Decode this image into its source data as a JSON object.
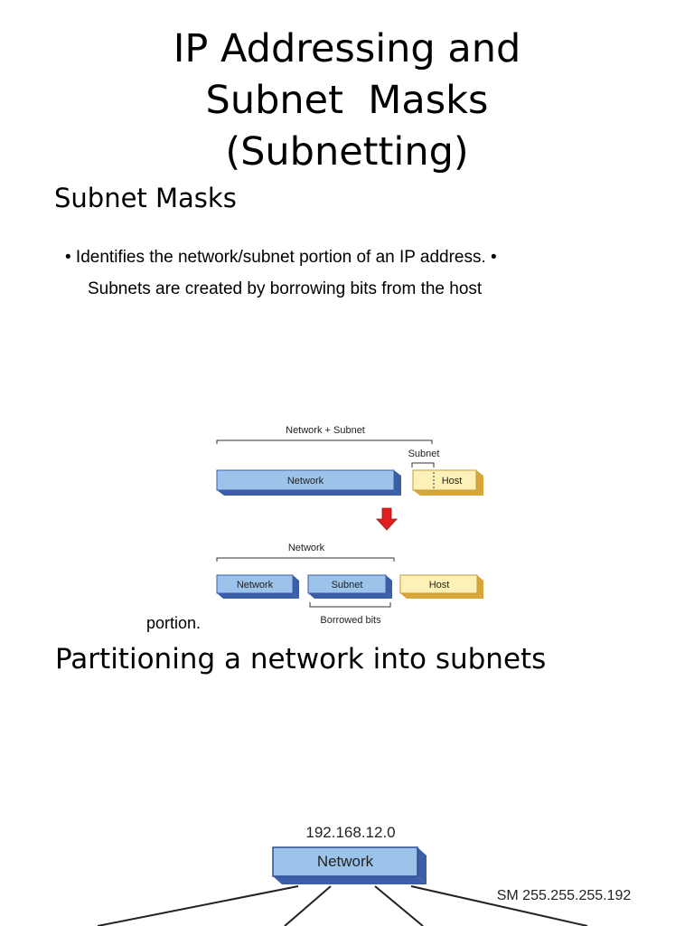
{
  "title": {
    "line1": "IP Addressing and",
    "line2": "Subnet  Masks",
    "line3": "(Subnetting)"
  },
  "section_subnet_masks": {
    "heading": "Subnet Masks",
    "bullet_line1": "• Identifies the network/subnet portion of an IP address. •",
    "bullet_line2": "Subnets are created by borrowing bits from the host",
    "bullet_line3": "portion."
  },
  "diagram_borrowing": {
    "top_bracket_label": "Network + Subnet",
    "subnet_bracket_label": "Subnet",
    "top_network_label": "Network",
    "top_host_label": "Host",
    "bottom_bracket_label": "Network",
    "bottom_network_label": "Network",
    "bottom_subnet_label": "Subnet",
    "bottom_host_label": "Host",
    "borrowed_label": "Borrowed bits",
    "colors": {
      "network_fill": "#9cc3ea",
      "network_shadow": "#3c5ea8",
      "host_fill": "#fdf1b8",
      "host_shadow": "#d7a53a",
      "arrow": "#e02020"
    }
  },
  "section_partitioning": {
    "heading": "Partitioning a network into subnets"
  },
  "diagram_partition": {
    "ip_label": "192.168.12.0",
    "network_label": "Network",
    "mask_label": "SM 255.255.255.192"
  }
}
